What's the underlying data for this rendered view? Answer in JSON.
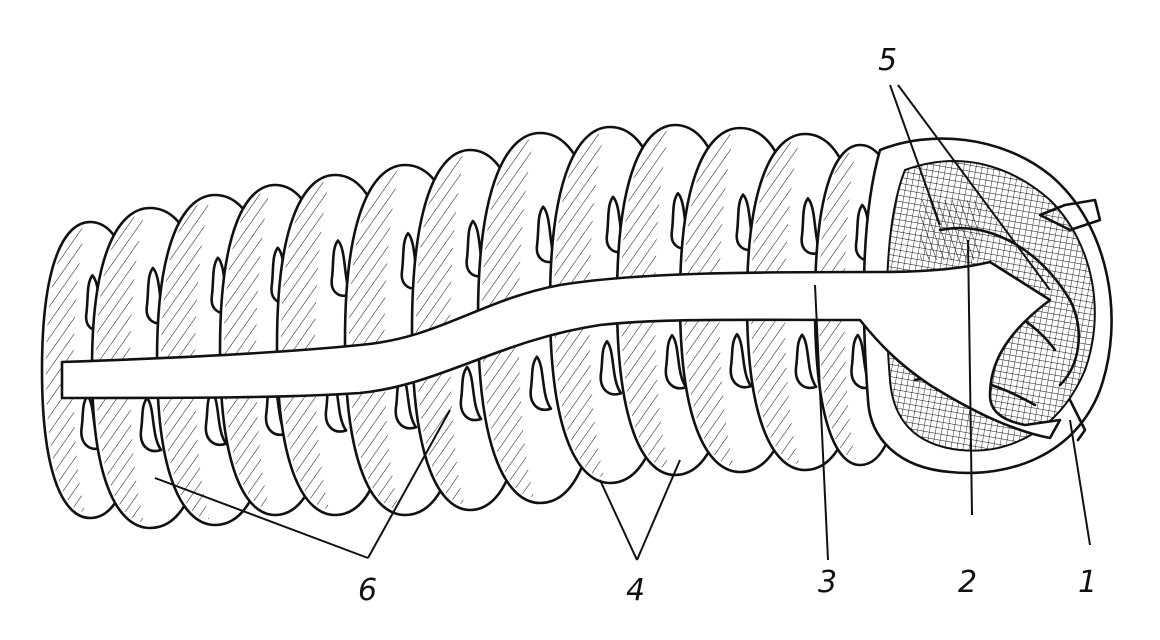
{
  "figure": {
    "callouts": [
      {
        "id": "c1",
        "label": "1"
      },
      {
        "id": "c2",
        "label": "2"
      },
      {
        "id": "c3",
        "label": "3"
      },
      {
        "id": "c4",
        "label": "4"
      },
      {
        "id": "c5",
        "label": "5"
      },
      {
        "id": "c6",
        "label": "6"
      }
    ]
  },
  "colors": {
    "ink": "#111111",
    "paper": "#ffffff"
  }
}
